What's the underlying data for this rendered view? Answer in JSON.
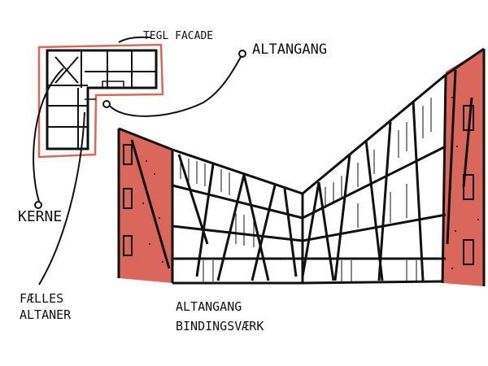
{
  "labels": {
    "tegl_facade": "TEGL FACADE",
    "altangang": "ALTANGANG",
    "kerne": "KERNE",
    "faelles_line1": "FÆLLES",
    "faelles_line2": "ALTANER",
    "binding_line1": "ALTANGANG",
    "binding_line2": "BINDINGSVÆRK"
  },
  "colors": {
    "brick": "#d9675b",
    "ink": "#111111",
    "paper": "#ffffff"
  }
}
